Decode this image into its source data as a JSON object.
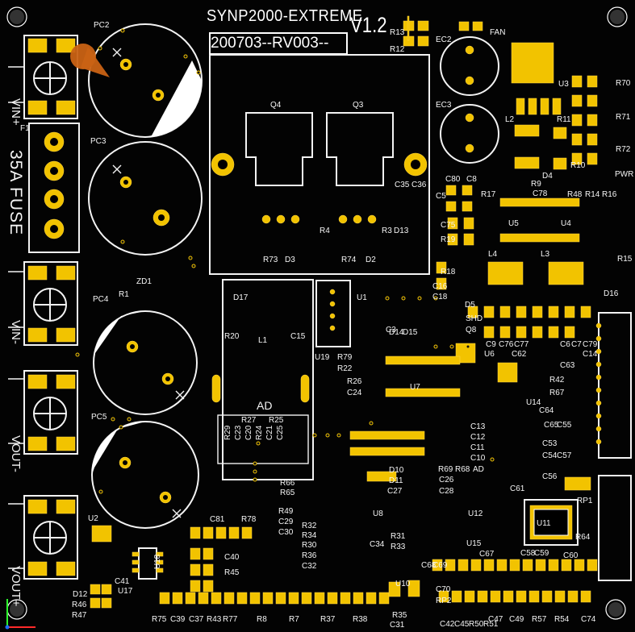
{
  "board": {
    "title": "SYNP2000-EXTREME",
    "version": "V1.2",
    "revision": "200703--RV003--",
    "fuse_text": "35A FUSE"
  },
  "labels": [
    "PC2",
    "PC3",
    "PC4",
    "PC5",
    "R1",
    "ZD1",
    "F1",
    "U2",
    "D12",
    "R46",
    "R47",
    "C41",
    "U17",
    "R75",
    "C39",
    "C37",
    "R43",
    "R77",
    "R8",
    "R7",
    "R37",
    "R38",
    "C31",
    "R35",
    "U10",
    "C42",
    "C45",
    "R50",
    "R51",
    "C47",
    "C49",
    "R57",
    "R54",
    "C74",
    "C60",
    "R64",
    "U11",
    "RP1",
    "C61",
    "C58",
    "C59",
    "C3",
    "C8",
    "C80",
    "C5",
    "R17",
    "U5",
    "U4",
    "R16",
    "R14",
    "R48",
    "C78",
    "R9",
    "R10",
    "PWR",
    "D4",
    "R11",
    "L2",
    "U3",
    "R70",
    "R71",
    "R72",
    "R19",
    "C75",
    "R18",
    "L4",
    "L3",
    "R15",
    "D16",
    "D5",
    "SHD",
    "Q8",
    "C9",
    "C76",
    "C77",
    "C62",
    "C6",
    "C7",
    "C79",
    "C14",
    "C63",
    "R42",
    "R67",
    "U14",
    "C64",
    "C65",
    "C55",
    "C53",
    "C54",
    "C57",
    "C56",
    "U6",
    "U7",
    "C13",
    "C12",
    "C11",
    "C10",
    "R69",
    "R68",
    "AD",
    "C26",
    "C28",
    "C27",
    "D10",
    "D11",
    "U8",
    "U12",
    "U15",
    "C67",
    "C68",
    "C69",
    "C70",
    "RP2",
    "R31",
    "R33",
    "C34",
    "R32",
    "R34",
    "R36",
    "R30",
    "C32",
    "R49",
    "C29",
    "C30",
    "R66",
    "R65",
    "AD",
    "R27",
    "R25",
    "R29",
    "C23",
    "C20",
    "R24",
    "C21",
    "C25",
    "R20",
    "L1",
    "C15",
    "D17",
    "U19",
    "R79",
    "R22",
    "R26",
    "C24",
    "D13",
    "D14",
    "D15",
    "C16",
    "C18",
    "U1",
    "C35",
    "C36",
    "R73",
    "D3",
    "R4",
    "R74",
    "D2",
    "R3",
    "Q4",
    "Q3",
    "R13",
    "R12",
    "EC2",
    "FAN",
    "EC3",
    "C81",
    "R78",
    "C40",
    "R45",
    "U18"
  ],
  "terminals": [
    {
      "text": "VIN+"
    },
    {
      "text": "VIN-"
    },
    {
      "text": "VOUT-"
    },
    {
      "text": "VOUT+"
    }
  ],
  "colors": {
    "board": "#030303",
    "silkscreen": "#f3f3f3",
    "copper": "#f2c300",
    "marker": "#c96214"
  }
}
